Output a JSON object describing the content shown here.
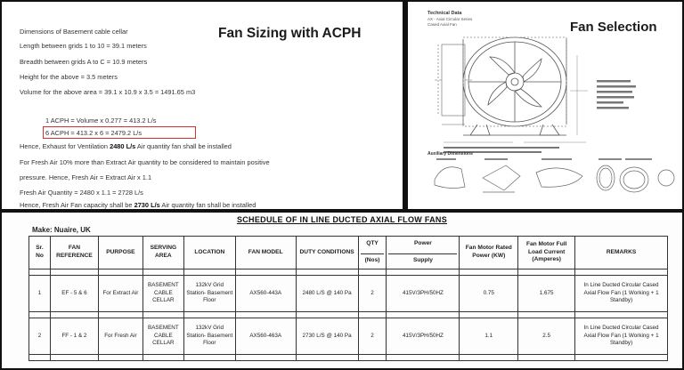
{
  "calc": {
    "title": "Fan Sizing with ACPH",
    "lines": [
      "Dimensions of Basement cable cellar",
      "Length between grids 1 to 10 = 39.1 meters",
      "Breadth between grids A to C = 10.9 meters",
      "Height for the above = 3.5 meters",
      "Volume for the above area = 39.1 x 10.9 x 3.5 = 1491.65 m3",
      "1 ACPH = Volume x 0.277 = 413.2 L/s",
      "6 ACPH = 413.2 x 6 = 2479.2 L/s",
      "For Fresh Air 10% more than Extract Air quantity to be considered to maintain positive",
      "pressure. Hence, Fresh Air = Extract Air x 1.1",
      "Fresh Air Quantity = 2480 x 1.1 = 2728 L/s"
    ],
    "exhaust_pre": "Hence, Exhaust for Ventilation ",
    "exhaust_value": "2480 L/s",
    "exhaust_post": " Air quantity fan shall be installed",
    "fresh_pre": "Hence, Fresh Air Fan capacity shall be ",
    "fresh_value": "2730 L/s",
    "fresh_post": " Air quantity fan shall be installed"
  },
  "drawing": {
    "title": "Fan Selection",
    "header_lines": [
      "Technical Data",
      "AX - Axial Circular Series",
      "Cased Axial Fan"
    ],
    "aux_label": "Auxiliary Dimensions"
  },
  "schedule": {
    "title": "SCHEDULE OF IN LINE DUCTED AXIAL FLOW FANS",
    "make": "Make: Nuaire, UK",
    "headers": {
      "sr": "Sr. No",
      "fan_ref": "FAN REFERENCE",
      "purpose": "PURPOSE",
      "area": "SERVING AREA",
      "location": "LOCATION",
      "model": "FAN MODEL",
      "duty": "DUTY CONDITIONS",
      "qty": "QTY",
      "qty_unit": "(Nos)",
      "power": "Power",
      "power_sub": "Supply",
      "rated": "Fan Motor Rated Power (KW)",
      "current": "Fan Motor Full Load Current (Amperes)",
      "remarks": "REMARKS"
    },
    "rows": [
      {
        "sr": "1",
        "fan_ref": "EF - 5 & 6",
        "purpose": "For Extract Air",
        "area": "BASEMENT CABLE CELLAR",
        "location": "132kV Grid Station- Basement Floor",
        "model": "AX560-443A",
        "duty": "2480 L/S @ 140 Pa",
        "qty": "2",
        "power": "415V/3PH/50HZ",
        "rated": "0.75",
        "current": "1.675",
        "remarks": "In Line Ducted Circular Cased Axial Flow Fan (1 Working + 1 Standby)"
      },
      {
        "sr": "2",
        "fan_ref": "FF - 1 & 2",
        "purpose": "For Fresh Air",
        "area": "BASEMENT CABLE CELLAR",
        "location": "132kV Grid Station- Basement Floor",
        "model": "AX560-463A",
        "duty": "2730 L/S @ 140 Pa",
        "qty": "2",
        "power": "415V/3PH/50HZ",
        "rated": "1.1",
        "current": "2.5",
        "remarks": "In Line Ducted Circular Cased Axial Flow Fan (1 Working + 1 Standby)"
      }
    ]
  }
}
